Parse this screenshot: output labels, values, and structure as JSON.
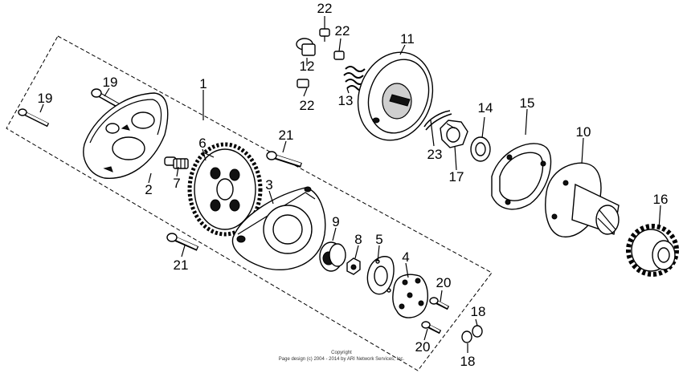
{
  "labels": {
    "l1": "1",
    "l2": "2",
    "l3": "3",
    "l4": "4",
    "l5": "5",
    "l6": "6",
    "l7": "7",
    "l8": "8",
    "l9": "9",
    "l10": "10",
    "l11": "11",
    "l12": "12",
    "l13": "13",
    "l14": "14",
    "l15": "15",
    "l16": "16",
    "l17": "17",
    "l18a": "18",
    "l18b": "18",
    "l19a": "19",
    "l19b": "19",
    "l20a": "20",
    "l20b": "20",
    "l21a": "21",
    "l21b": "21",
    "l22a": "22",
    "l22b": "22",
    "l22c": "22",
    "l23": "23"
  },
  "copyright": {
    "line1": "Copyright",
    "line2": "Page design (c) 2004 - 2014 by ARI Network Services, Inc."
  }
}
